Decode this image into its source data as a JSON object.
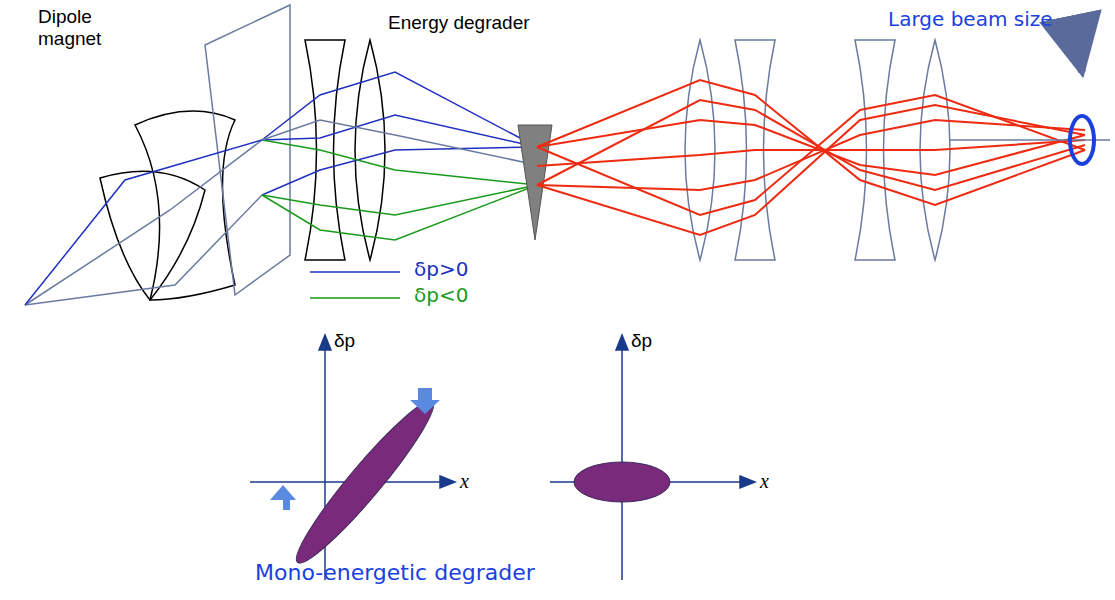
{
  "diagram": {
    "labels": [
      "Dipole magnet",
      "Energy degrader",
      "Large beam size",
      "δp",
      "x",
      "δp",
      "x",
      "Mono-energetic degrader"
    ],
    "legend": [
      {
        "text": "δp>0"
      },
      {
        "text": "δp<0"
      }
    ]
  }
}
